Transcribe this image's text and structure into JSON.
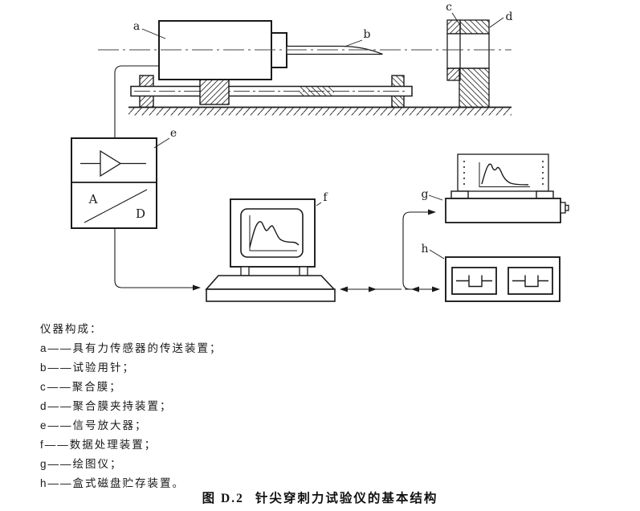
{
  "colors": {
    "background": "#ffffff",
    "line": "#1a1a1a"
  },
  "figure": {
    "part_labels": {
      "a": "a",
      "b": "b",
      "c": "c",
      "d": "d",
      "e": "e",
      "f": "f",
      "g": "g",
      "h": "h"
    },
    "ad_converter": {
      "analog": "A",
      "digital": "D"
    }
  },
  "legend": {
    "title": "仪器构成：",
    "items": [
      "a——具有力传感器的传送装置；",
      "b——试验用针；",
      "c——聚合膜；",
      "d——聚合膜夹持装置；",
      "e——信号放大器；",
      "f——数据处理装置；",
      "g——绘图仪；",
      "h——盒式磁盘贮存装置。"
    ]
  },
  "caption": {
    "number": "图 D.2",
    "title": "针尖穿刺力试验仪的基本结构"
  }
}
